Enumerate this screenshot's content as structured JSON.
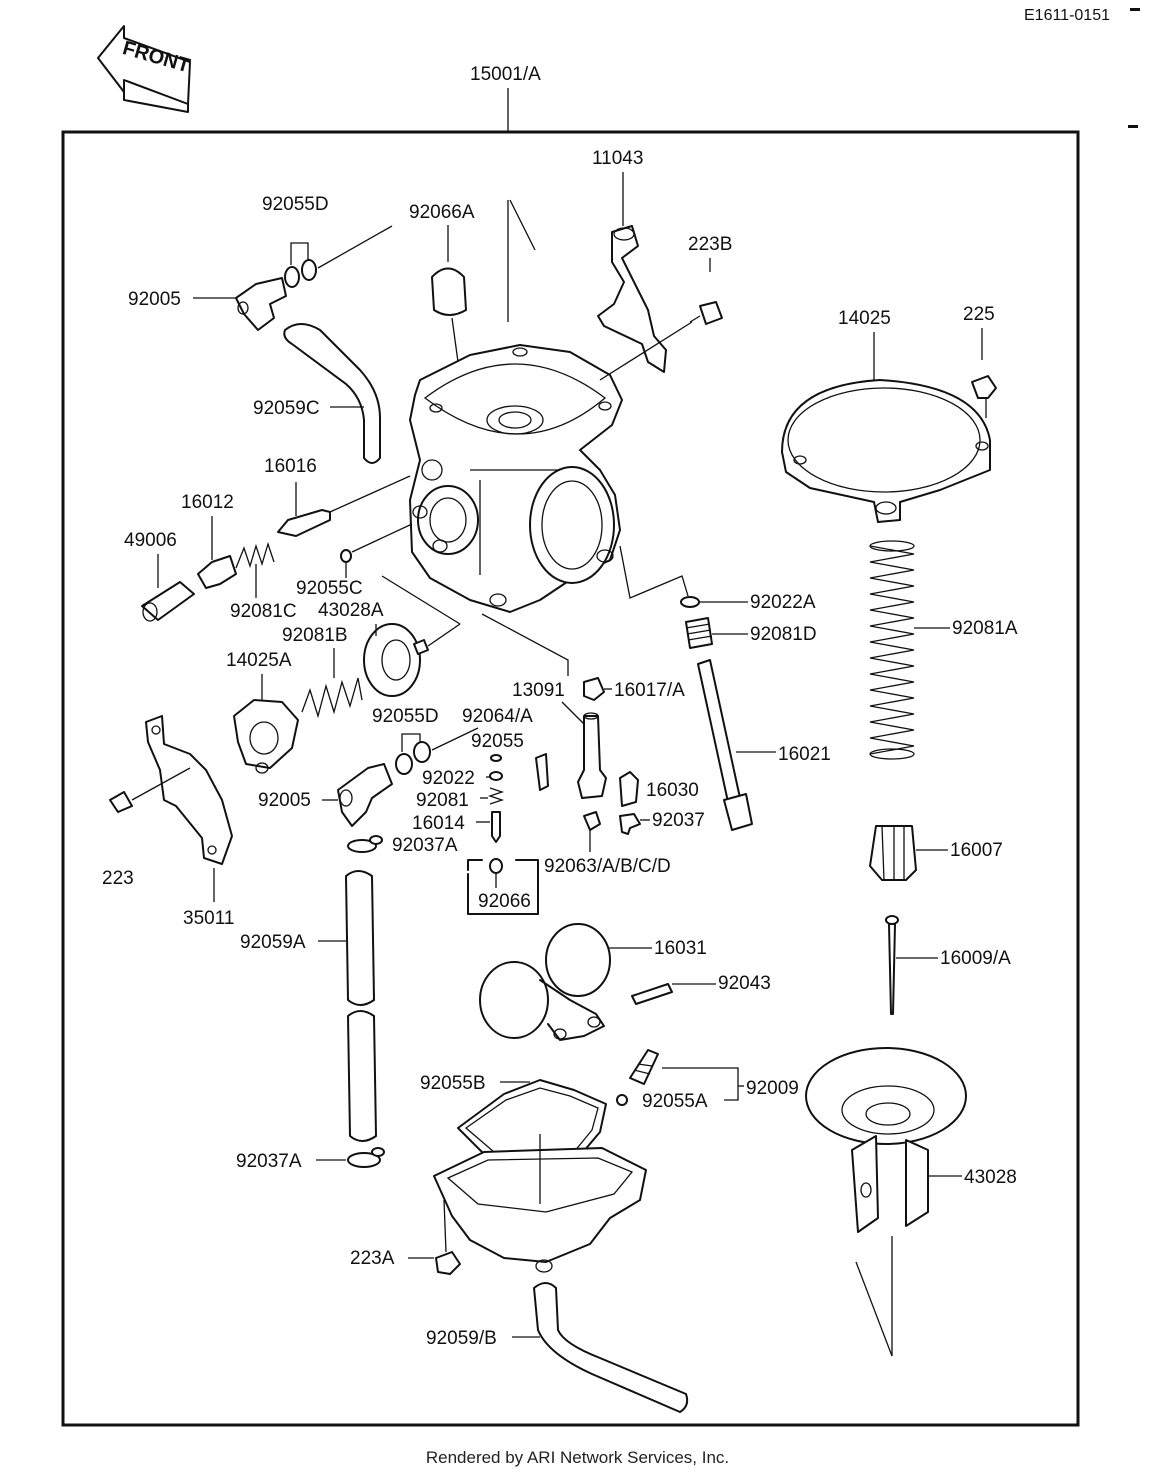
{
  "document": {
    "code": "E1611-0151",
    "front_label": "FRONT",
    "assembly_label": "15001/A",
    "footer": "Rendered by ARI Network Services, Inc."
  },
  "labels": {
    "l_11043": "11043",
    "l_223B": "223B",
    "l_92055D_top": "92055D",
    "l_92066A": "92066A",
    "l_92005_top": "92005",
    "l_92059C": "92059C",
    "l_16016": "16016",
    "l_16012": "16012",
    "l_49006": "49006",
    "l_92081C": "92081C",
    "l_92055C": "92055C",
    "l_43028A": "43028A",
    "l_92081B": "92081B",
    "l_14025A": "14025A",
    "l_14025": "14025",
    "l_225": "225",
    "l_92022A": "92022A",
    "l_92081D": "92081D",
    "l_92081A": "92081A",
    "l_13091": "13091",
    "l_16017A": "16017/A",
    "l_16021": "16021",
    "l_92055D_mid": "92055D",
    "l_92064A": "92064/A",
    "l_92055": "92055",
    "l_92022": "92022",
    "l_92081": "92081",
    "l_16014": "16014",
    "l_92005_mid": "92005",
    "l_92037A_mid": "92037A",
    "l_16030": "16030",
    "l_92037": "92037",
    "l_92063": "92063/A/B/C/D",
    "l_92066": "92066",
    "l_16007": "16007",
    "l_223": "223",
    "l_35011": "35011",
    "l_92059A": "92059A",
    "l_16031": "16031",
    "l_92043": "92043",
    "l_16009A": "16009/A",
    "l_92055B": "92055B",
    "l_92009": "92009",
    "l_92055A": "92055A",
    "l_43028": "43028",
    "l_92037A_bot": "92037A",
    "l_223A": "223A",
    "l_92059B": "92059/B"
  }
}
